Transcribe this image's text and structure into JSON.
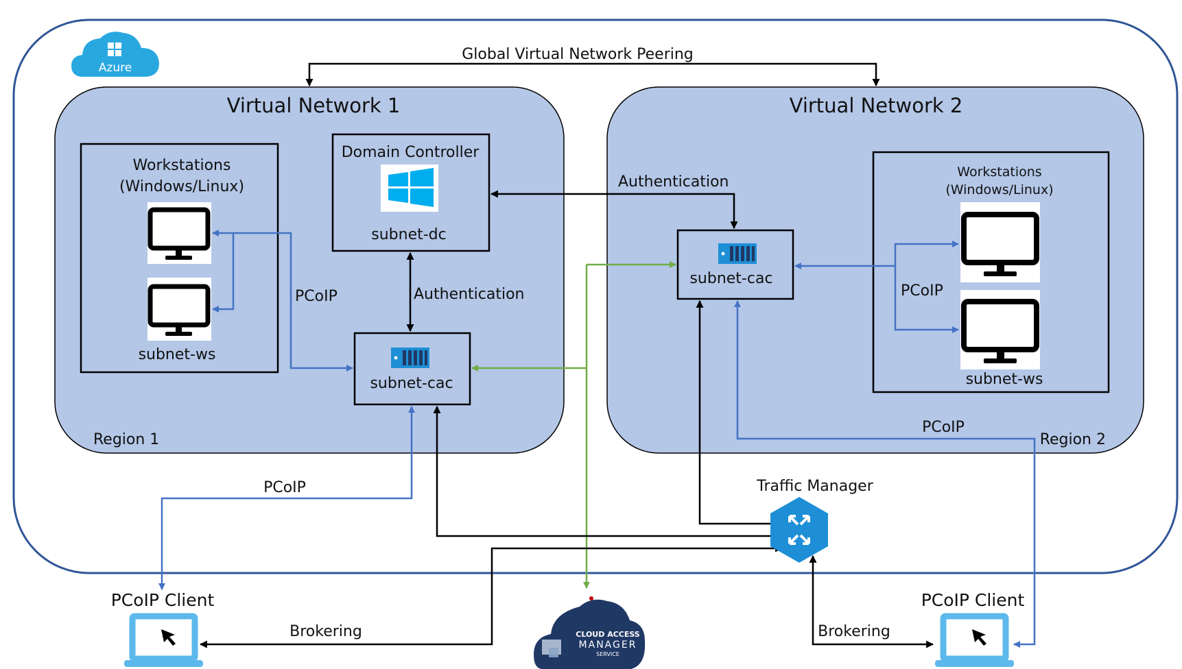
{
  "azure_label": "Azure",
  "peering_label": "Global Virtual Network Peering",
  "vnet1": {
    "title": "Virtual Network 1",
    "region": "Region 1",
    "workstations_title_1": "Workstations",
    "workstations_title_2": "(Windows/Linux)",
    "subnet_ws": "subnet-ws",
    "dc_title": "Domain Controller",
    "subnet_dc": "subnet-dc",
    "subnet_cac": "subnet-cac",
    "pcoip_label": "PCoIP",
    "auth_label": "Authentication"
  },
  "vnet2": {
    "title": "Virtual Network 2",
    "region": "Region 2",
    "workstations_title_1": "Workstations",
    "workstations_title_2": "(Windows/Linux)",
    "subnet_ws": "subnet-ws",
    "subnet_cac": "subnet-cac",
    "pcoip_label": "PCoIP",
    "auth_label": "Authentication"
  },
  "traffic_manager_label": "Traffic Manager",
  "pcoip_bottom_left": "PCoIP",
  "pcoip_bottom_right": "PCoIP",
  "client_left": {
    "title": "PCoIP Client",
    "brokering": "Brokering"
  },
  "client_right": {
    "title": "PCoIP Client",
    "brokering": "Brokering"
  },
  "cam_service": {
    "line1": "CLOUD ACCESS",
    "line2": "MANAGER",
    "line3": "SERVICE"
  },
  "colors": {
    "vnet_fill": "#b4c7e7",
    "outer_border": "#2f5597",
    "pcoip_arrow": "#4472c4",
    "auth_arrow": "#000000",
    "cam_arrow": "#70ad47",
    "azure_blue": "#29a8e0",
    "laptop_blue": "#5db8ec",
    "traffic_blue": "#1e8fd6",
    "cam_navy": "#203864"
  }
}
